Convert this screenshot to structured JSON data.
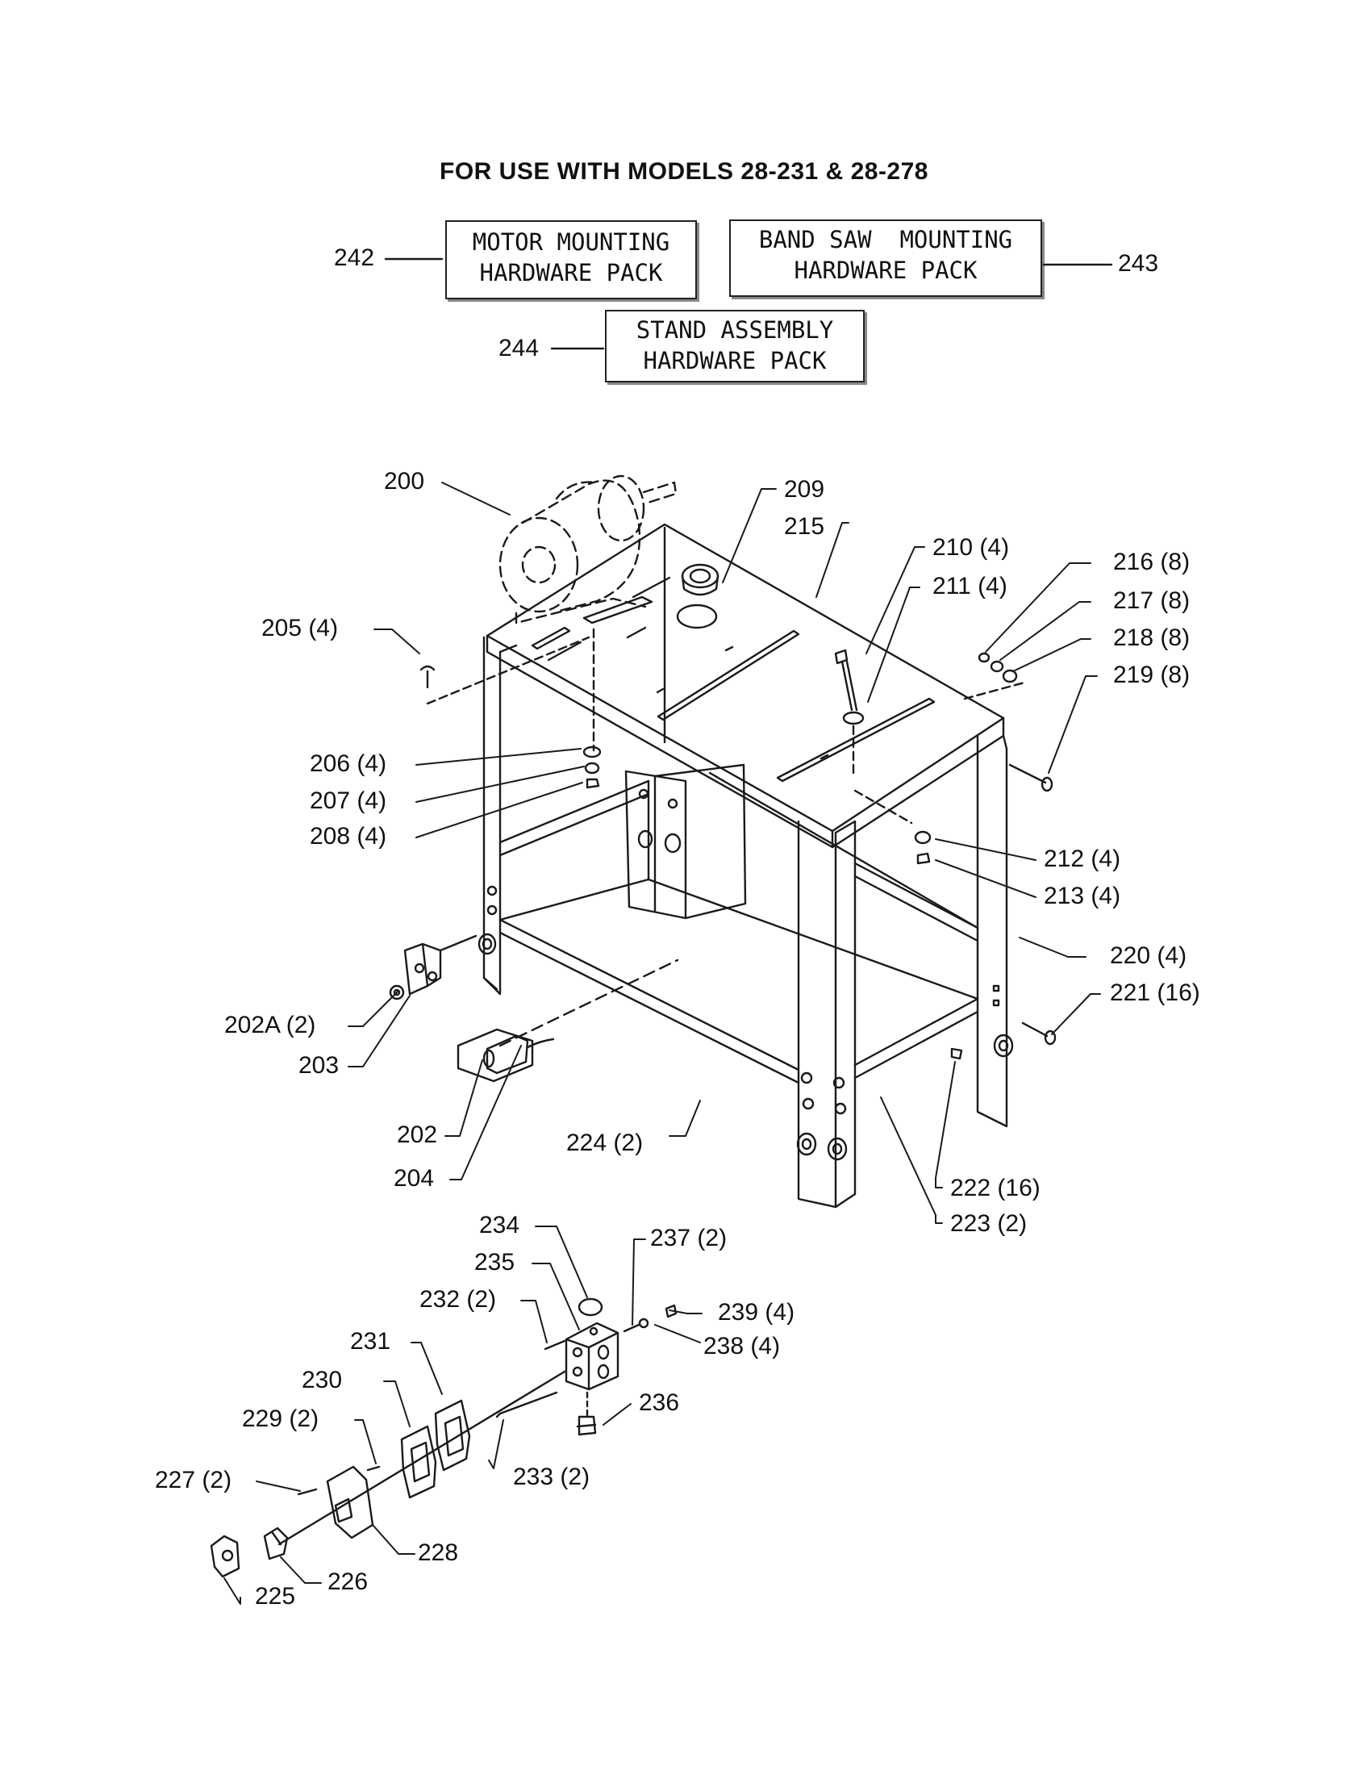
{
  "title": "FOR USE WITH MODELS 28-231 & 28-278",
  "hardware_packs": [
    {
      "number": "242",
      "line1": "MOTOR MOUNTING",
      "line2": "HARDWARE PACK"
    },
    {
      "number": "243",
      "line1": "BAND SAW  MOUNTING",
      "line2": "HARDWARE PACK"
    },
    {
      "number": "244",
      "line1": "STAND ASSEMBLY",
      "line2": "HARDWARE PACK"
    }
  ],
  "labels": {
    "p200": "200",
    "p209": "209",
    "p215": "215",
    "p210": "210 (4)",
    "p211": "211 (4)",
    "p216": "216 (8)",
    "p217": "217 (8)",
    "p218": "218 (8)",
    "p219": "219 (8)",
    "p205": "205 (4)",
    "p206": "206 (4)",
    "p207": "207 (4)",
    "p208": "208 (4)",
    "p212": "212 (4)",
    "p213": "213 (4)",
    "p220": "220 (4)",
    "p221": "221 (16)",
    "p202a": "202A (2)",
    "p203": "203",
    "p202": "202",
    "p204": "204",
    "p224": "224 (2)",
    "p222": "222 (16)",
    "p223": "223 (2)",
    "p234": "234",
    "p237": "237 (2)",
    "p235": "235",
    "p232": "232 (2)",
    "p239": "239 (4)",
    "p238": "238 (4)",
    "p231": "231",
    "p236": "236",
    "p230": "230",
    "p229": "229 (2)",
    "p233": "233 (2)",
    "p227": "227 (2)",
    "p228": "228",
    "p226": "226",
    "p225": "225"
  }
}
